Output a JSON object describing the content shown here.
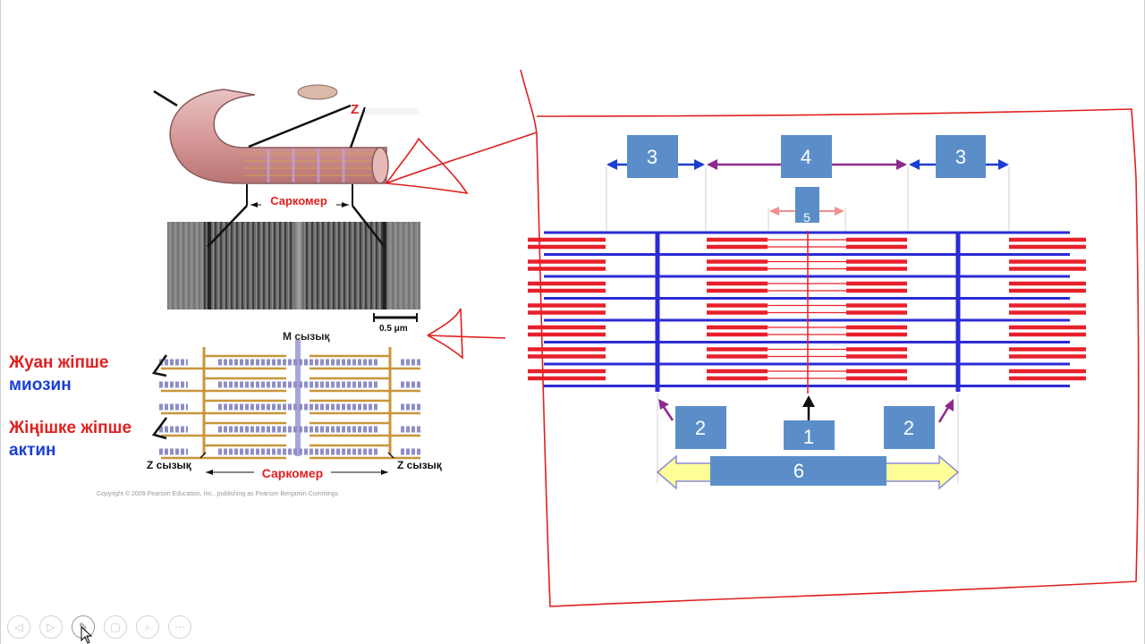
{
  "left_panel": {
    "z_label": "Z",
    "sarcomere_top": "Саркомер",
    "scale_bar": "0.5 μm",
    "m_line": "M сызық",
    "thick_filament": "Жуан жіпше",
    "myosin": "миозин",
    "thin_filament": "Жіңішке жіпше",
    "actin": "актин",
    "z_line_left": "Z сызық",
    "z_line_right": "Z сызық",
    "sarcomere_bottom": "Саркомер",
    "copyright": "Copyright © 2009 Pearson Education, Inc., publishing as Pearson Benjamin Cummings"
  },
  "right_panel": {
    "labels": {
      "l3_left": "3",
      "l4": "4",
      "l3_right": "3",
      "l5": "5",
      "l2_left": "2",
      "l1": "1",
      "l2_right": "2",
      "l6": "6"
    }
  },
  "colors": {
    "label_box": "#5b8ec9",
    "actin_red": "#e8202b",
    "myosin_blue": "#2b2bd6",
    "annotation_red": "#e02020",
    "purple": "#8e2a8e",
    "pink": "#f09090",
    "yellow": "#ffff99"
  },
  "toolbar": {
    "prev_icon": "◁",
    "next_icon": "▷",
    "pen_icon": "✎",
    "slides_icon": "▢",
    "zoom_icon": "⌕",
    "more_icon": "⋯"
  }
}
